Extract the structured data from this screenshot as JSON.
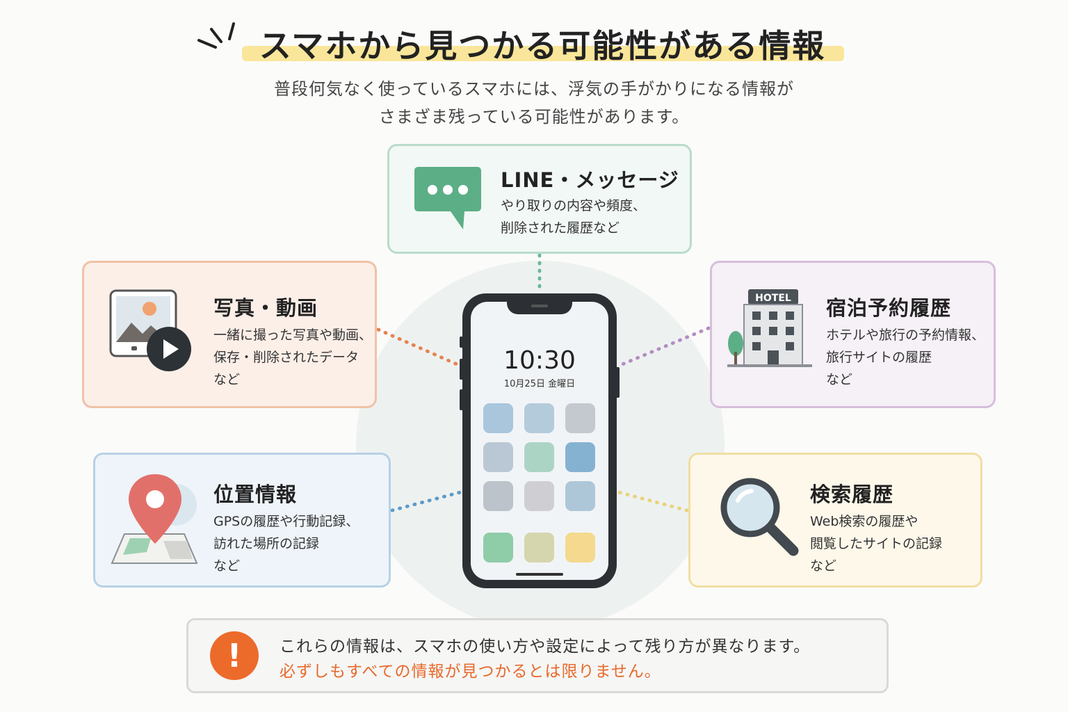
{
  "header": {
    "title": "スマホから見つかる可能性がある情報",
    "subtitle_line1": "普段何気なく使っているスマホには、浮気の手がかりになる情報が",
    "subtitle_line2": "さまざま残っている可能性があります。"
  },
  "phone": {
    "time": "10:30",
    "date": "10月25日 金曜日"
  },
  "cards": {
    "line": {
      "title": "LINE・メッセージ",
      "desc1": "やり取りの内容や頻度、",
      "desc2": "削除された履歴など",
      "icon": "chat-bubble-icon",
      "color": "#b9dccb"
    },
    "photo": {
      "title": "写真・動画",
      "desc1": "一緒に撮った写真や動画、",
      "desc2": "保存・削除されたデータ",
      "desc3": "など",
      "icon": "photo-video-icon",
      "color": "#f0c2a8"
    },
    "hotel": {
      "title": "宿泊予約履歴",
      "desc1": "ホテルや旅行の予約情報、",
      "desc2": "旅行サイトの履歴",
      "desc3": "など",
      "icon_label": "HOTEL",
      "icon": "hotel-building-icon",
      "color": "#d7bedc"
    },
    "location": {
      "title": "位置情報",
      "desc1": "GPSの履歴や行動記録、",
      "desc2": "訪れた場所の記録",
      "desc3": "など",
      "icon": "map-pin-icon",
      "color": "#b7d1e5"
    },
    "search": {
      "title": "検索履歴",
      "desc1": "Web検索の履歴や",
      "desc2": "閲覧したサイトの記録",
      "desc3": "など",
      "icon": "magnifier-icon",
      "color": "#f0dfa2"
    }
  },
  "notice": {
    "line1": "これらの情報は、スマホの使い方や設定によって残り方が異なります。",
    "line2": "必ずしもすべての情報が見つかるとは限りません。",
    "icon": "exclamation-icon",
    "accent": "#ec6b2a"
  }
}
